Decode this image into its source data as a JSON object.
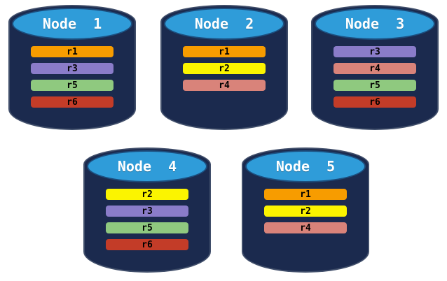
{
  "background": "#FFFFFF",
  "palette": {
    "r1": "#F79C00",
    "r2": "#FBF400",
    "r3": "#8A7CC9",
    "r4": "#D9837A",
    "r5": "#8FC97F",
    "r6": "#C33C28"
  },
  "cylinder_colors": {
    "top_fill": "#2F9CD9",
    "top_border": "#1C4E7E",
    "body_fill": "#1B2A4E",
    "label_color": "#FFFFFF",
    "bar_text_color": "#000000"
  },
  "nodes": [
    {
      "label": "Node  1",
      "records": [
        "r1",
        "r3",
        "r5",
        "r6"
      ]
    },
    {
      "label": "Node  2",
      "records": [
        "r1",
        "r2",
        "r4"
      ]
    },
    {
      "label": "Node  3",
      "records": [
        "r3",
        "r4",
        "r5",
        "r6"
      ]
    },
    {
      "label": "Node  4",
      "records": [
        "r2",
        "r3",
        "r5",
        "r6"
      ]
    },
    {
      "label": "Node  5",
      "records": [
        "r1",
        "r2",
        "r4"
      ]
    }
  ]
}
